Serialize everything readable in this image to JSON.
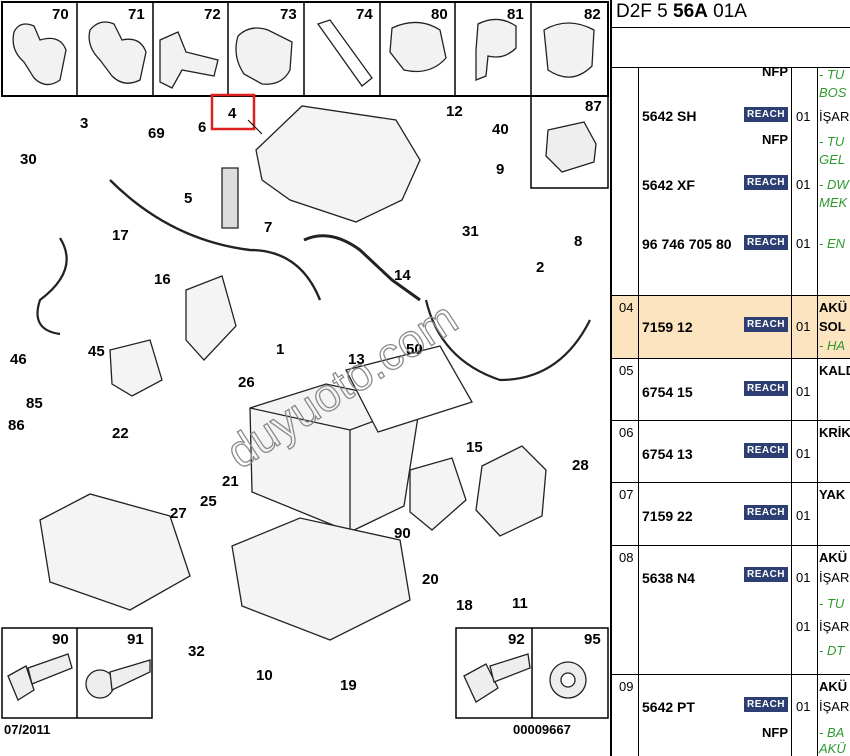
{
  "diagram": {
    "top_boxes": [
      "70",
      "71",
      "72",
      "73",
      "74",
      "80",
      "81",
      "82"
    ],
    "right_box": "87",
    "bottom_left_boxes": [
      "90",
      "91"
    ],
    "bottom_right_boxes": [
      "92",
      "95"
    ],
    "date_label": "07/2011",
    "code_label": "00009667",
    "highlighted_callout": "4",
    "watermark": "duyuoto.com",
    "callouts": [
      "3",
      "69",
      "6",
      "12",
      "40",
      "30",
      "5",
      "9",
      "7",
      "17",
      "31",
      "8",
      "16",
      "14",
      "2",
      "46",
      "45",
      "1",
      "13",
      "50",
      "85",
      "22",
      "26",
      "86",
      "15",
      "28",
      "21",
      "25",
      "27",
      "90",
      "32",
      "20",
      "18",
      "11",
      "10",
      "19"
    ],
    "colors": {
      "highlight": "#e02020",
      "line": "#000000"
    }
  },
  "panel": {
    "ref_parts": [
      "D2F 5 ",
      "56A",
      " 01A"
    ],
    "badge_text": "REACH",
    "rows": [
      {
        "index": "",
        "part": "",
        "nfp_top": "NFP",
        "qty": "",
        "desc": [
          "- TU",
          "BOS"
        ],
        "desc_style": [
          "g",
          "g"
        ]
      },
      {
        "index": "",
        "part": "5642 SH",
        "nfp": "NFP",
        "qty": "01",
        "desc": [
          "İŞAR",
          "- TU",
          "GEL"
        ],
        "desc_style": [
          "n",
          "g",
          "g"
        ]
      },
      {
        "index": "",
        "part": "5642 XF",
        "qty": "01",
        "desc": [
          "- DW",
          "MEK"
        ],
        "desc_style": [
          "g",
          "g"
        ]
      },
      {
        "index": "",
        "part": "96 746 705 80",
        "qty": "01",
        "desc": [
          "- EN"
        ],
        "desc_style": [
          "g"
        ]
      },
      {
        "index": "04",
        "part": "7159 12",
        "qty": "01",
        "desc": [
          "AKÜ",
          "SOL",
          "- HA"
        ],
        "desc_style": [
          "b",
          "b",
          "g"
        ]
      },
      {
        "index": "05",
        "part": "6754 15",
        "qty": "01",
        "desc": [
          "KALD"
        ],
        "desc_style": [
          "b"
        ]
      },
      {
        "index": "06",
        "part": "6754 13",
        "qty": "01",
        "desc": [
          "KRİK"
        ],
        "desc_style": [
          "b"
        ]
      },
      {
        "index": "07",
        "part": "7159 22",
        "qty": "01",
        "desc": [
          "YAK"
        ],
        "desc_style": [
          "b"
        ]
      },
      {
        "index": "08",
        "part": "5638 N4",
        "qty": "01",
        "qty2": "01",
        "desc": [
          "AKÜ",
          "İŞAR",
          "- TU",
          "İŞAR",
          "- DT"
        ],
        "desc_style": [
          "b",
          "n",
          "g",
          "n",
          "g"
        ]
      },
      {
        "index": "09",
        "part": "5642 PT",
        "nfp": "NFP",
        "qty": "01",
        "desc": [
          "AKÜ",
          "İŞAR",
          "- BA",
          "AKÜ"
        ],
        "desc_style": [
          "b",
          "n",
          "g",
          "g"
        ]
      }
    ]
  }
}
